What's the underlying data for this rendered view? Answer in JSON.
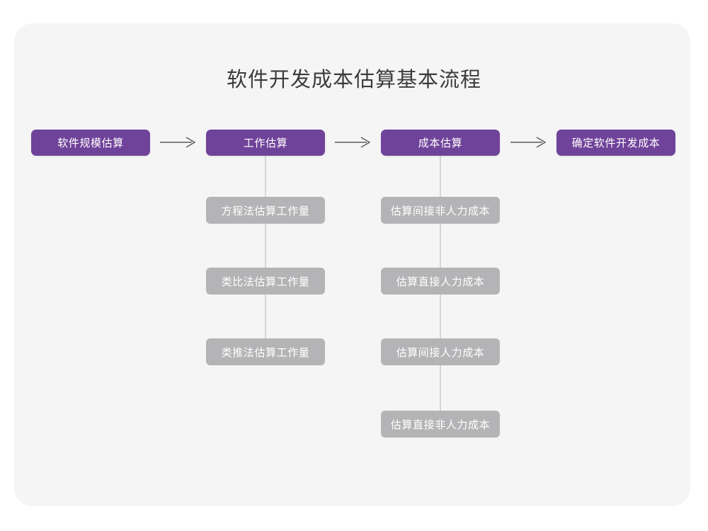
{
  "title": "软件开发成本估算基本流程",
  "colors": {
    "page_background": "#ffffff",
    "card_background": "#f5f5f6",
    "stage_fill": "#70439a",
    "sub_fill": "#b4b4b6",
    "connector": "#d6d6d6",
    "title_text": "#3c3c3c",
    "node_text": "#ffffff"
  },
  "flow": {
    "stages": [
      {
        "id": "stage-1",
        "label": "软件规模估算"
      },
      {
        "id": "stage-2",
        "label": "工作估算"
      },
      {
        "id": "stage-3",
        "label": "成本估算"
      },
      {
        "id": "stage-4",
        "label": "确定软件开发成本"
      }
    ],
    "arrows": [
      {
        "id": "arrow-1",
        "glyph": "arrow-right-icon"
      },
      {
        "id": "arrow-2",
        "glyph": "arrow-right-icon"
      },
      {
        "id": "arrow-3",
        "glyph": "arrow-right-icon"
      }
    ],
    "branches": [
      {
        "parent": "stage-2",
        "items": [
          {
            "label": "方程法估算工作量"
          },
          {
            "label": "类比法估算工作量"
          },
          {
            "label": "类推法估算工作量"
          }
        ]
      },
      {
        "parent": "stage-3",
        "items": [
          {
            "label": "估算间接非人力成本"
          },
          {
            "label": "估算直接人力成本"
          },
          {
            "label": "估算间接人力成本"
          },
          {
            "label": "估算直接非人力成本"
          }
        ]
      }
    ]
  }
}
